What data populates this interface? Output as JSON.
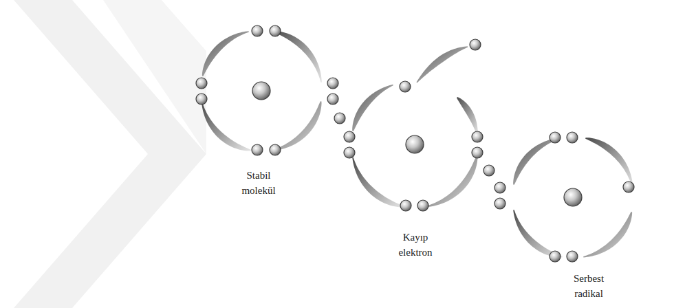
{
  "diagram": {
    "labels": [
      "Stabil molekül",
      "Kayıp elektron",
      "Serbest radikal"
    ]
  }
}
